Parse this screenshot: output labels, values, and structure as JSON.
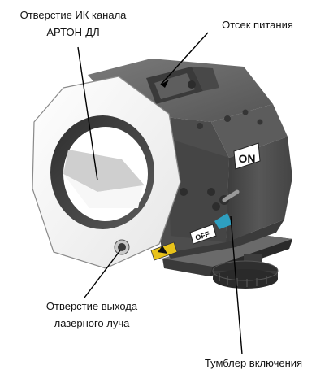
{
  "labels": {
    "ir_opening": {
      "line1": "Отверстие ИК канала",
      "line2": "АРТОН-ДЛ"
    },
    "power_compartment": "Отсек питания",
    "laser_exit": {
      "line1": "Отверстие выхода",
      "line2": "лазерного луча"
    },
    "power_switch": "Тумблер включения"
  },
  "device_marks": {
    "on_label": "ON",
    "off_label": "OFF"
  },
  "colors": {
    "body_dark": "#4a4a4a",
    "body_mid": "#6b6b6b",
    "front_face": "#f4f4f4",
    "switch_accent": "#2e9fc0",
    "warning_label": "#e8c21a"
  }
}
